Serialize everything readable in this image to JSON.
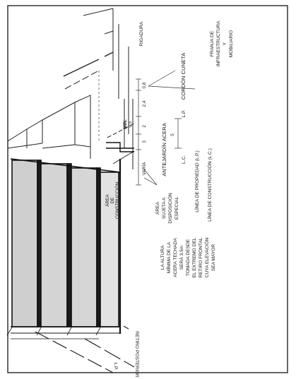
{
  "labels": {
    "rigadura": "RIGADURA",
    "cordon_cuneta": "CORDÓN CUNETA",
    "franja": [
      "FRANJA DE",
      "INFRAESTRUCTURA",
      "Y",
      "MOBILIARIO"
    ],
    "antejardin_acera": "ANTEJARDÍN ACERA",
    "area_disposicion": [
      "ÁREA",
      "SUJETA A",
      "DISPOSICIÓN",
      "ESPECIAL"
    ],
    "linea_propiedad": "LÍNEA DE PROPIEDAD (L.P.)",
    "linea_construccion": "LÍNEA DE CONSTRUCCIÓN (L.C.)",
    "lp": "L.P.",
    "lc": "L.C.",
    "area_construccion": [
      "ÁREA",
      "DE",
      "CONSTRUCCIÓN"
    ],
    "altura_note": [
      "LA ALTURA",
      "MÍNIMA DE LA",
      "ACERA TECHADA",
      "SERÁ 3.5m",
      "TOMADA DESDE",
      "EL EXTREMO DEL",
      "RETIRO FRONTAL",
      "CUYA ELEVACIÓN",
      "SEA MAYOR"
    ],
    "retiro_posterior": "RETIRO POSTERIOR",
    "lp_bottom": "L.P.",
    "min_label": "MIN.",
    "min_value": "0.5",
    "dim_08": "0,8",
    "dim_24": "2,4",
    "dim_2": "2",
    "dim_3": "3",
    "dim_varia": "VARÍA",
    "dim_5": "5"
  }
}
